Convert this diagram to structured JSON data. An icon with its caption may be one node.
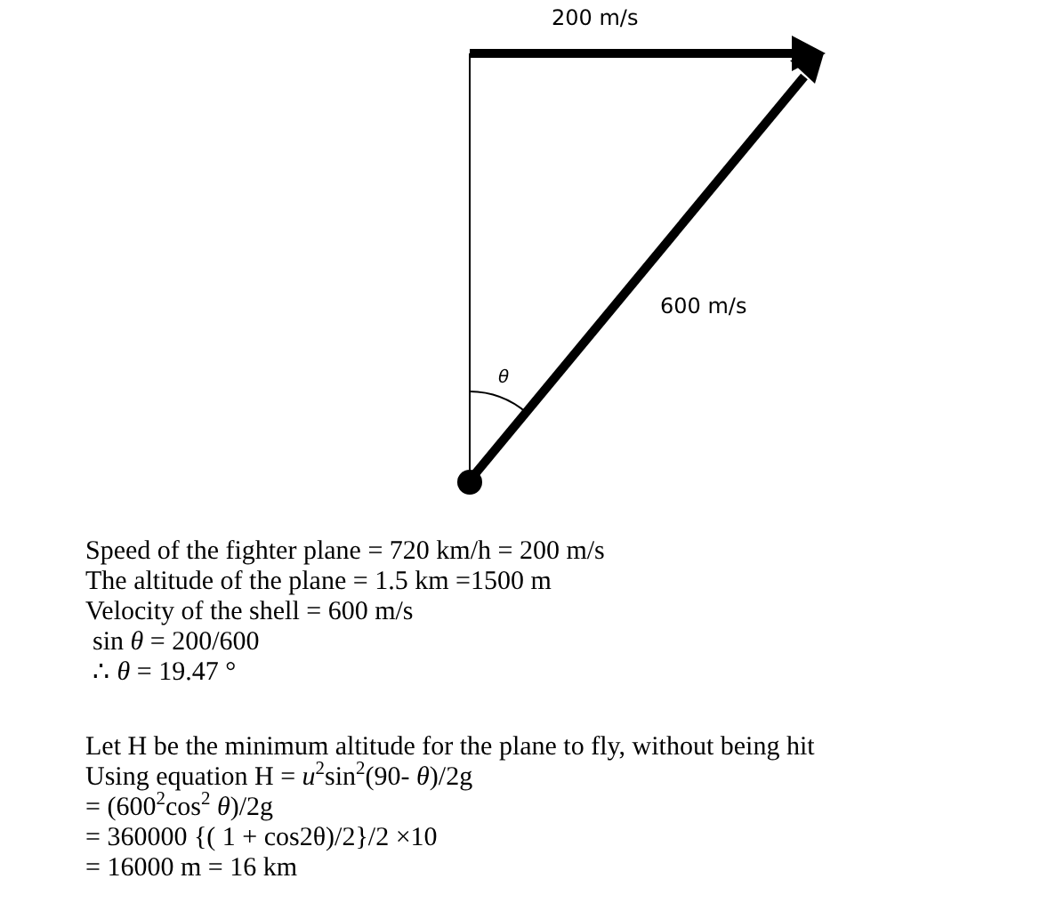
{
  "diagram": {
    "labels": [
      "200 m/s",
      "600 m/s",
      "θ",
      "Speed of the fighter plane = 720 km/h = 200  m/s",
      "The altitude of the plane = 1.5 km =1500 m",
      "Velocity of the shell = 600 m/s",
      "sin *θ* = 200/600",
      "∴ *θ* = 19.47 °",
      "Let H be the minimum altitude for the plane to fly, without being hit",
      "Using equation H = *u*$^{2}$sin$^{2}$(90- *θ*)/2g",
      "= (600$^{2}$cos$^{2}$ *θ*)/2g",
      "= 360000 {( 1 + cos2θ)/2}/2 ×10",
      "= 16000 m = 16 km"
    ]
  }
}
